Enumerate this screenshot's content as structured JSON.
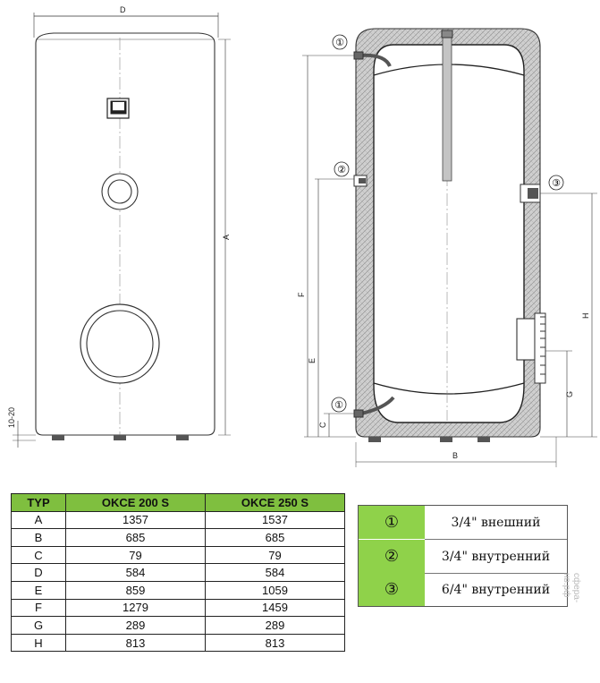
{
  "dimension_labels": {
    "D": "D",
    "A": "A",
    "range": "10-20",
    "F": "F",
    "E": "E",
    "C": "C",
    "B": "B",
    "H": "H",
    "G": "G"
  },
  "connection_markers": [
    "①",
    "②",
    "③"
  ],
  "spec_table": {
    "headers": [
      "TYP",
      "OKCE 200 S",
      "OKCE 250 S"
    ],
    "rows": [
      {
        "typ": "A",
        "v200": "1357",
        "v250": "1537"
      },
      {
        "typ": "B",
        "v200": "685",
        "v250": "685"
      },
      {
        "typ": "C",
        "v200": "79",
        "v250": "79"
      },
      {
        "typ": "D",
        "v200": "584",
        "v250": "584"
      },
      {
        "typ": "E",
        "v200": "859",
        "v250": "1059"
      },
      {
        "typ": "F",
        "v200": "1279",
        "v250": "1459"
      },
      {
        "typ": "G",
        "v200": "289",
        "v250": "289"
      },
      {
        "typ": "H",
        "v200": "813",
        "v250": "813"
      }
    ]
  },
  "legend": [
    {
      "marker": "①",
      "text": "3/4\" внешний"
    },
    {
      "marker": "②",
      "text": "3/4\" внутренний"
    },
    {
      "marker": "③",
      "text": "6/4\" внутренний"
    }
  ],
  "watermark": "сфера-нв.рф",
  "colors": {
    "table_header": "#7fbf3f",
    "legend_marker_bg": "#8fd24a",
    "insulation": "#c9c9c9"
  }
}
